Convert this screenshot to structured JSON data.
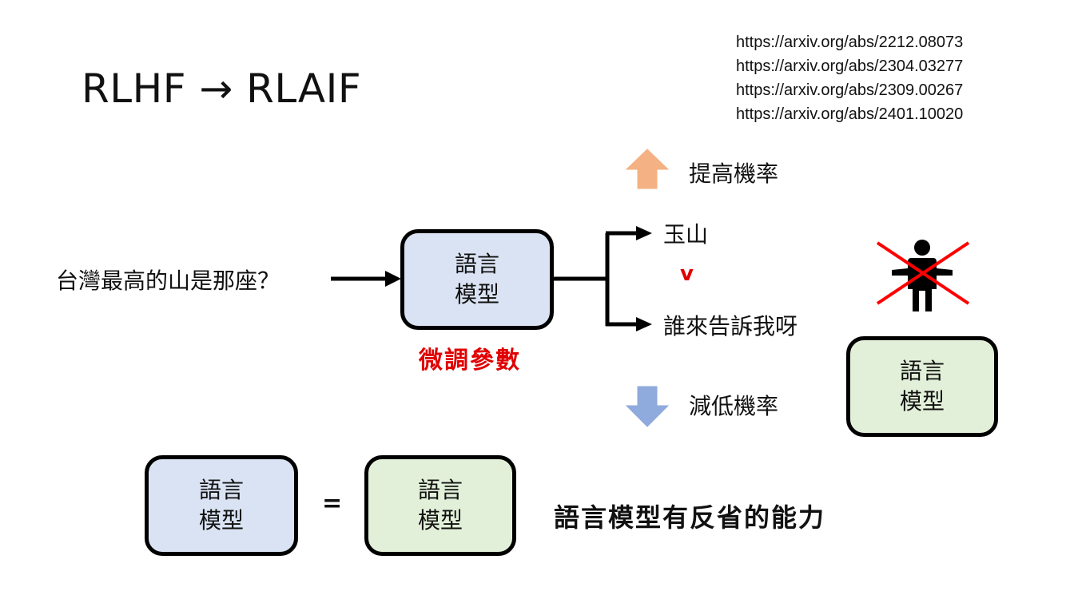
{
  "title": "RLHF → RLAIF",
  "references": [
    "https://arxiv.org/abs/2212.08073",
    "https://arxiv.org/abs/2304.03277",
    "https://arxiv.org/abs/2309.00267",
    "https://arxiv.org/abs/2401.10020"
  ],
  "question": "台灣最高的山是那座？",
  "model_box": {
    "line1": "語言",
    "line2": "模型"
  },
  "finetune_label": "微調參數",
  "increase_label": "提高機率",
  "decrease_label": "減低機率",
  "answer_good": "玉山",
  "comparison_symbol": "v",
  "answer_bad": "誰來告訴我呀",
  "judge_box": {
    "line1": "語言",
    "line2": "模型"
  },
  "equation": {
    "left": {
      "line1": "語言",
      "line2": "模型"
    },
    "equals": "=",
    "right": {
      "line1": "語言",
      "line2": "模型"
    }
  },
  "conclusion": "語言模型有反省的能力",
  "colors": {
    "model_blue": "#dae3f3",
    "model_green": "#e2f0d9",
    "up_arrow": "#f4b183",
    "down_arrow": "#8faadc",
    "accent_red": "#e00000"
  },
  "icons": [
    "arrow-up-icon",
    "arrow-down-icon",
    "person-icon",
    "cross-out-icon"
  ]
}
